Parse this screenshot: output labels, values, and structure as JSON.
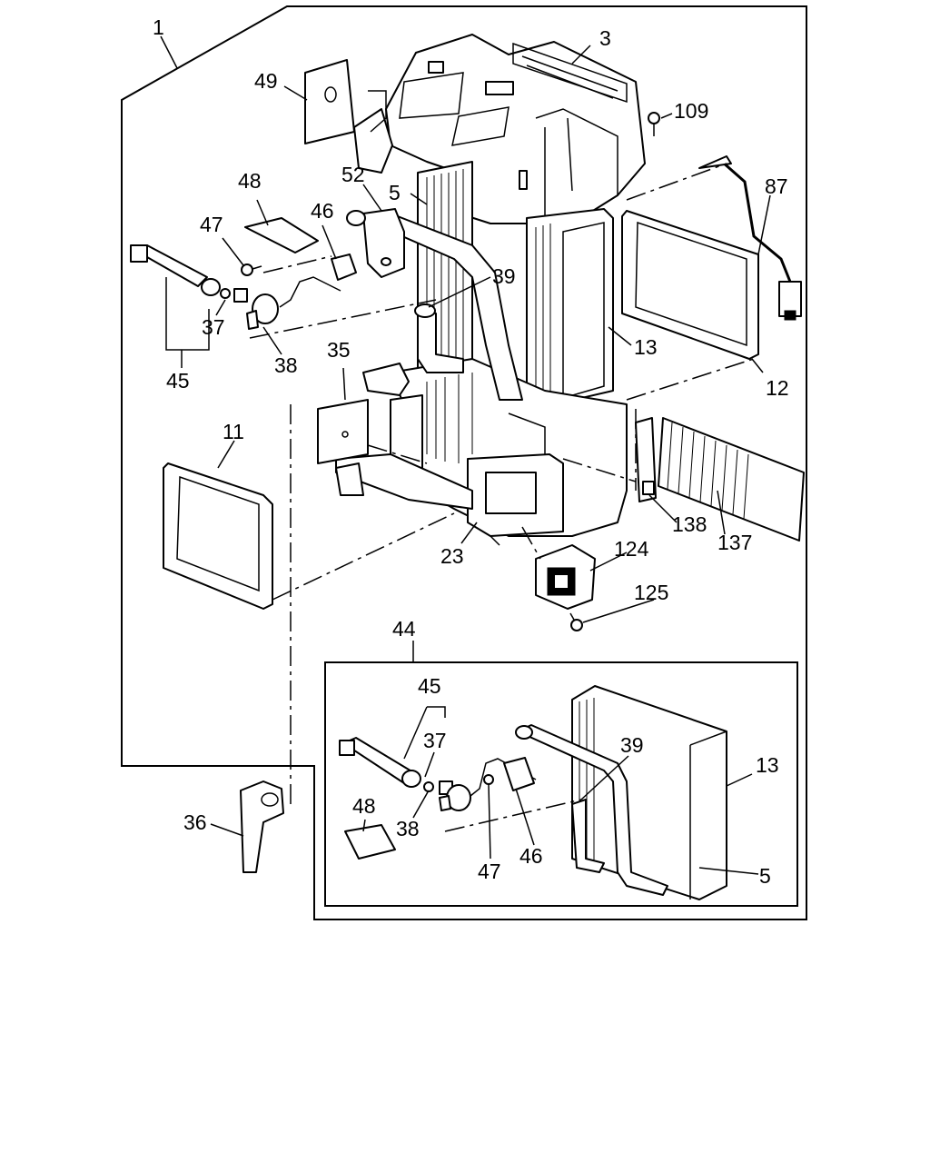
{
  "callouts": [
    {
      "id": "c1",
      "label": "1"
    },
    {
      "id": "c3",
      "label": "3"
    },
    {
      "id": "c5",
      "label": "5"
    },
    {
      "id": "c11",
      "label": "11"
    },
    {
      "id": "c12",
      "label": "12"
    },
    {
      "id": "c13",
      "label": "13"
    },
    {
      "id": "c23",
      "label": "23"
    },
    {
      "id": "c35",
      "label": "35"
    },
    {
      "id": "c36",
      "label": "36"
    },
    {
      "id": "c37",
      "label": "37"
    },
    {
      "id": "c38",
      "label": "38"
    },
    {
      "id": "c39",
      "label": "39"
    },
    {
      "id": "c44",
      "label": "44"
    },
    {
      "id": "c45",
      "label": "45"
    },
    {
      "id": "c46",
      "label": "46"
    },
    {
      "id": "c47",
      "label": "47"
    },
    {
      "id": "c48",
      "label": "48"
    },
    {
      "id": "c49",
      "label": "49"
    },
    {
      "id": "c52",
      "label": "52"
    },
    {
      "id": "c87",
      "label": "87"
    },
    {
      "id": "c109",
      "label": "109"
    },
    {
      "id": "c124",
      "label": "124"
    },
    {
      "id": "c125",
      "label": "125"
    },
    {
      "id": "c137",
      "label": "137"
    },
    {
      "id": "c138",
      "label": "138"
    },
    {
      "id": "d13",
      "label": "13"
    },
    {
      "id": "d5",
      "label": "5"
    },
    {
      "id": "d39",
      "label": "39"
    },
    {
      "id": "d45",
      "label": "45"
    },
    {
      "id": "d37",
      "label": "37"
    },
    {
      "id": "d38",
      "label": "38"
    },
    {
      "id": "d47",
      "label": "47"
    },
    {
      "id": "d46",
      "label": "46"
    },
    {
      "id": "d48",
      "label": "48"
    }
  ]
}
